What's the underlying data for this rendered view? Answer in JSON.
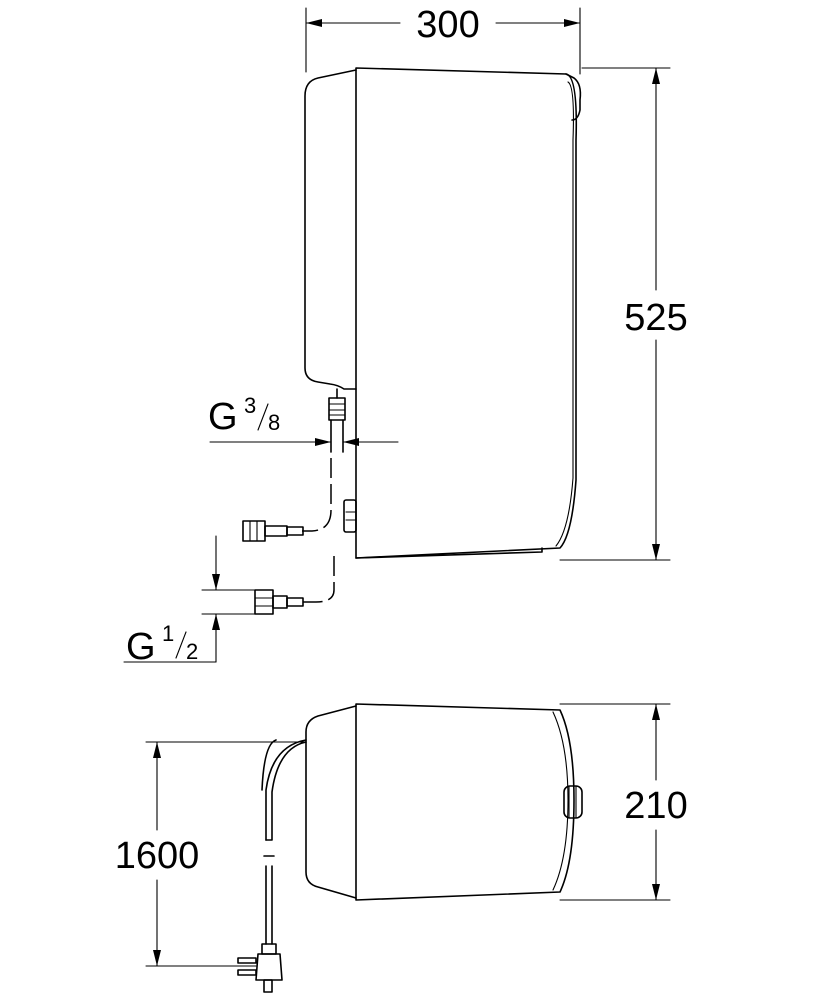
{
  "dimensions": {
    "width_label": "300",
    "height_label": "525",
    "depth_label": "210",
    "cable_length_label": "1600"
  },
  "connections": {
    "outlet": {
      "prefix": "G",
      "numerator": "3",
      "denominator": "8"
    },
    "inlet": {
      "prefix": "G",
      "numerator": "1",
      "denominator": "2"
    }
  }
}
